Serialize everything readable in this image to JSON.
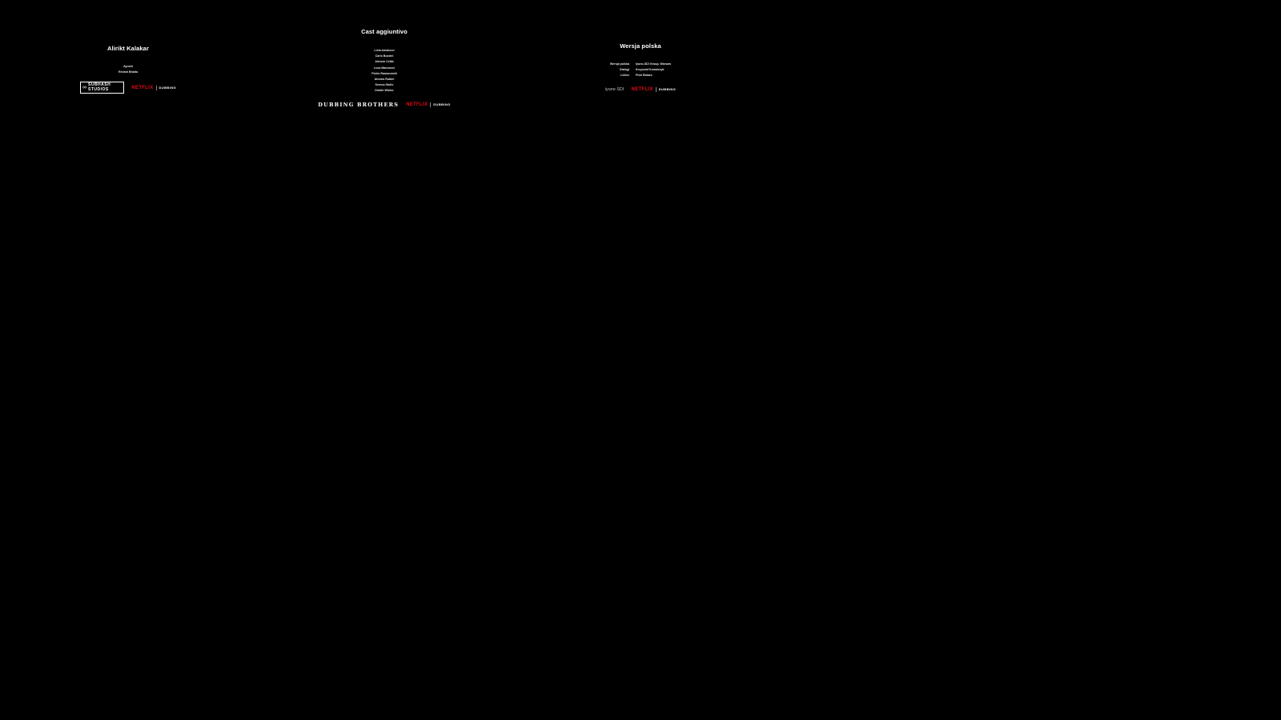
{
  "background": "#000000",
  "accent_color": "#e50914",
  "left_block": {
    "heading": "Alirikt Kalakar",
    "names": [
      "Ayushi",
      "Revant Bhatia"
    ],
    "studio_logo": "SUBHASH STUDIOS",
    "netflix_logo": "NETFLIX",
    "dubbing_label": "DUBBING"
  },
  "middle_block": {
    "heading": "Cast aggiuntivo",
    "names": [
      "Livia Amatucci",
      "Carlo Bozzini",
      "Alessio Cellai",
      "Luca Mannocci",
      "Pietro Ramacciotti",
      "Alessia Rubini",
      "Serena Stollo",
      "Dimitri Winter"
    ],
    "studio_logo": "DUBBING BROTHERS",
    "netflix_logo": "NETFLIX",
    "dubbing_label": "DUBBING"
  },
  "right_block": {
    "heading": "Wersja polska",
    "credits": [
      {
        "role": "Wersja polska",
        "value": "Iyuno-SDI Group, Warsaw"
      },
      {
        "role": "Dialogi",
        "value": "Krzysztof Kowalczyk"
      },
      {
        "role": "Lektor",
        "value": "Piotr Balazs"
      }
    ],
    "studio_logo": "iyuno·SDI",
    "netflix_logo": "NETFLIX",
    "dubbing_label": "DUBBING"
  }
}
